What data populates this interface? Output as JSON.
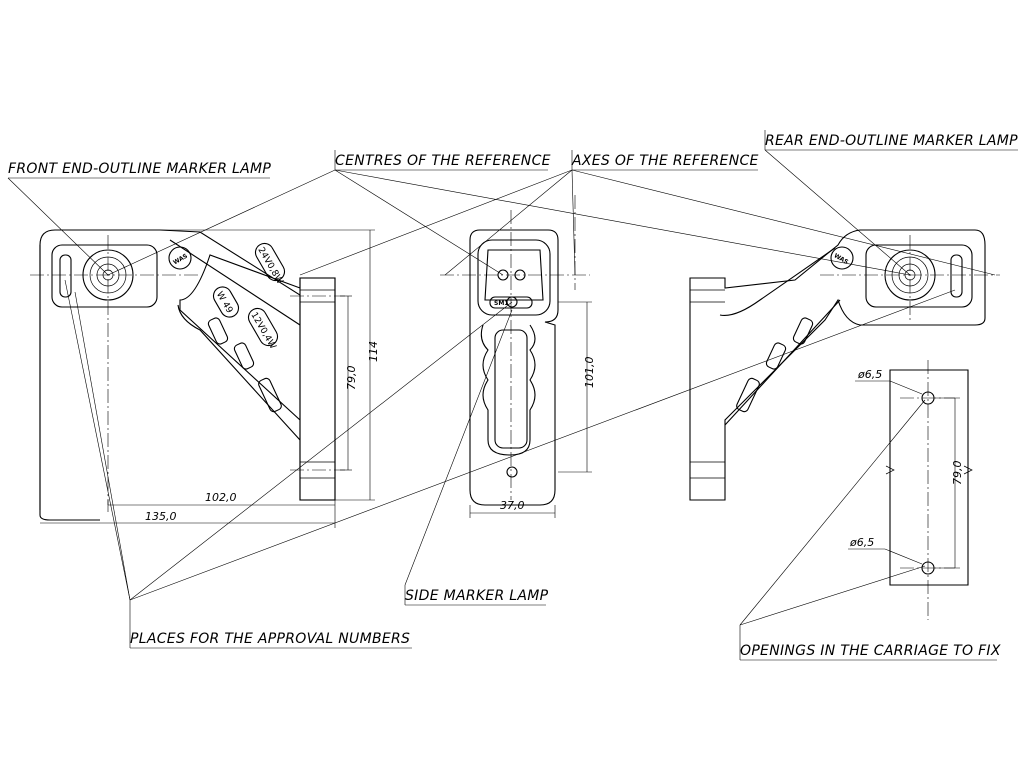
{
  "labels": {
    "front_lamp": "FRONT END-OUTLINE MARKER LAMP",
    "centres": "CENTRES OF THE REFERENCE",
    "axes": "AXES OF THE REFERENCE",
    "rear_lamp": "REAR END-OUTLINE MARKER LAMP",
    "side_lamp": "SIDE MARKER LAMP",
    "approval": "PLACES FOR THE APPROVAL NUMBERS",
    "openings": "OPENINGS IN THE CARRIAGE TO FIX"
  },
  "dimensions": {
    "d102": "102,0",
    "d135": "135,0",
    "d79_left": "79,0",
    "d114": "114",
    "d101": "101,0",
    "d37": "37,0",
    "d79_right": "79,0",
    "dia_top": "ø6,5",
    "dia_bottom": "ø6,5"
  },
  "markings": {
    "v24": "24V0,8W",
    "v12": "12V0,4W",
    "w49": "W 49",
    "brand": "WAS",
    "side_code": "SM1"
  }
}
